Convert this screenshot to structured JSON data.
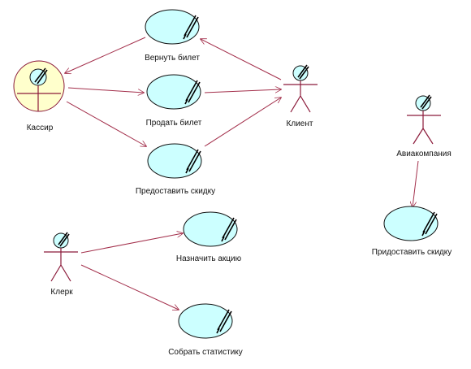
{
  "diagram": {
    "colors": {
      "usecase_fill": "#ccffff",
      "edge": "#a32f4b",
      "actor_stroke": "#8b1a3a",
      "business_actor_fill": "#ffffcc"
    },
    "actors": {
      "cashier": "Кассир",
      "client": "Клиент",
      "airline": "Авиакомпания",
      "clerk": "Клерк"
    },
    "usecases": {
      "return_ticket": "Вернуть билет",
      "sell_ticket": "Продать билет",
      "give_discount": "Предоставить скидку",
      "airline_discount": "Придоставить скидку",
      "announce_promo": "Назначить акцию",
      "collect_stats": "Собрать статистику"
    }
  }
}
